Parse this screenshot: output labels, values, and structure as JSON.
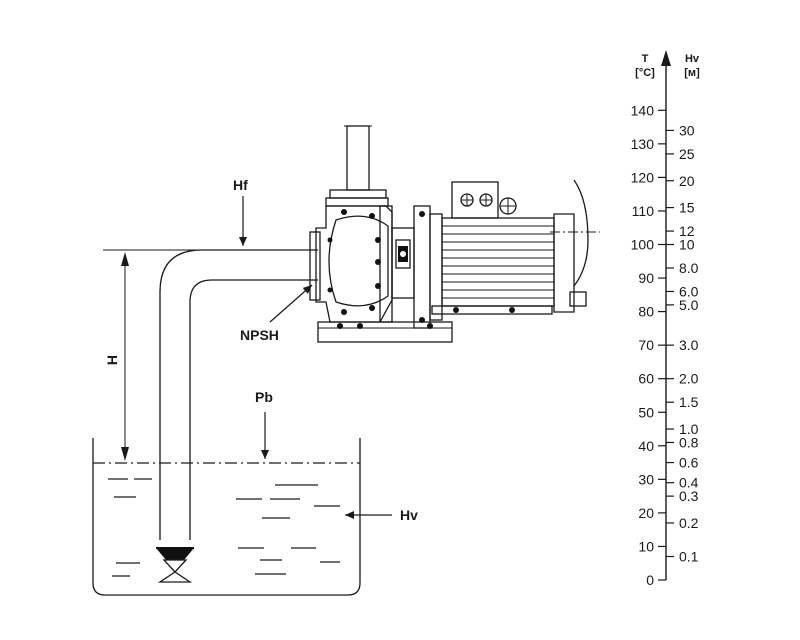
{
  "labels": {
    "hf": "Hf",
    "npsh": "NPSH",
    "h": "H",
    "pb": "Pb",
    "hv": "Hv"
  },
  "scale": {
    "t_header": "T",
    "t_unit": "[°C]",
    "hv_header": "Hv",
    "hv_unit": "[м]",
    "t_ticks": [
      {
        "value": 0,
        "label": "0"
      },
      {
        "value": 10,
        "label": "10"
      },
      {
        "value": 20,
        "label": "20"
      },
      {
        "value": 30,
        "label": "30"
      },
      {
        "value": 40,
        "label": "40"
      },
      {
        "value": 50,
        "label": "50"
      },
      {
        "value": 60,
        "label": "60"
      },
      {
        "value": 70,
        "label": "70"
      },
      {
        "value": 80,
        "label": "80"
      },
      {
        "value": 90,
        "label": "90"
      },
      {
        "value": 100,
        "label": "100"
      },
      {
        "value": 110,
        "label": "110"
      },
      {
        "value": 120,
        "label": "120"
      },
      {
        "value": 130,
        "label": "130"
      },
      {
        "value": 140,
        "label": "140"
      }
    ],
    "hv_ticks": [
      {
        "t": 134,
        "label": "30"
      },
      {
        "t": 127,
        "label": "25"
      },
      {
        "t": 119,
        "label": "20"
      },
      {
        "t": 111,
        "label": "15"
      },
      {
        "t": 104,
        "label": "12"
      },
      {
        "t": 100,
        "label": "10"
      },
      {
        "t": 93,
        "label": "8.0"
      },
      {
        "t": 86,
        "label": "6.0"
      },
      {
        "t": 82,
        "label": "5.0"
      },
      {
        "t": 70,
        "label": "3.0"
      },
      {
        "t": 60,
        "label": "2.0"
      },
      {
        "t": 53,
        "label": "1.5"
      },
      {
        "t": 45,
        "label": "1.0"
      },
      {
        "t": 41,
        "label": "0.8"
      },
      {
        "t": 35,
        "label": "0.6"
      },
      {
        "t": 29,
        "label": "0.4"
      },
      {
        "t": 25,
        "label": "0.3"
      },
      {
        "t": 17,
        "label": "0.2"
      },
      {
        "t": 7,
        "label": "0.1"
      }
    ]
  }
}
